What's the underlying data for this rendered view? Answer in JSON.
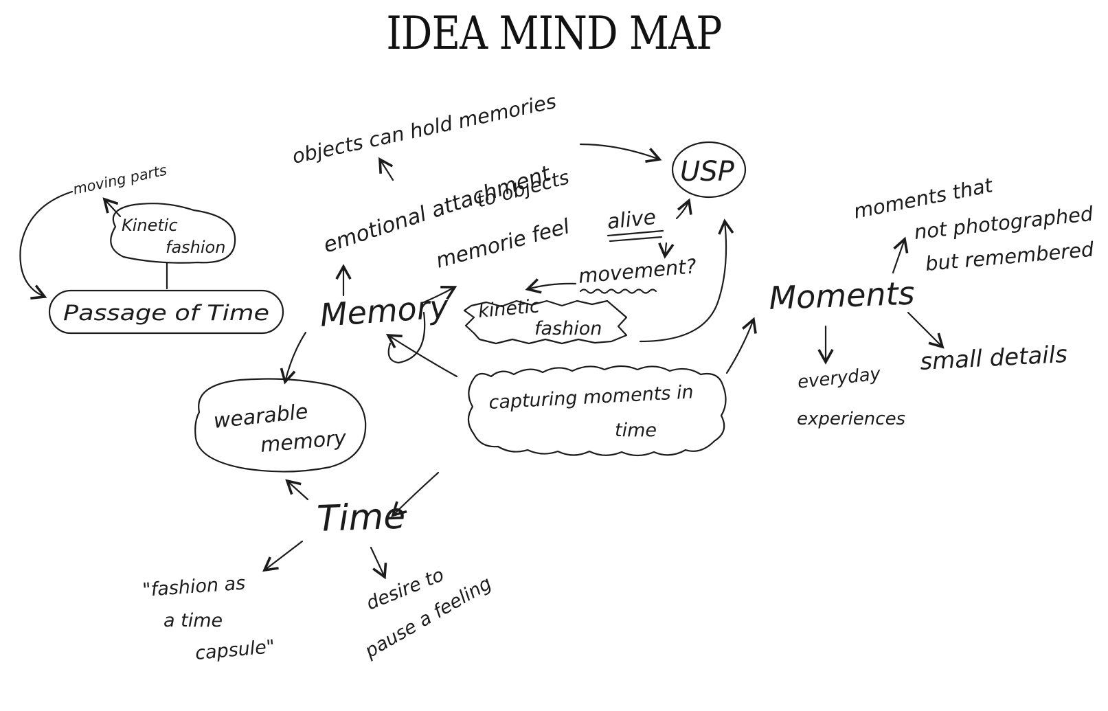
{
  "title": "IDEA MIND MAP",
  "nodes": {
    "objects_hold_memories": "objects can hold memories",
    "emotional_attachment_1": "emotional attachment",
    "emotional_attachment_2": "to objects",
    "usp": "USP",
    "memories_alive_1": "memorie feel",
    "memories_alive_2": "alive",
    "movement": "movement?",
    "kinetic_fashion_center_1": "kinetic",
    "kinetic_fashion_center_2": "fashion",
    "memory": "Memory",
    "moving_parts": "moving parts",
    "kinetic_fashion_left_1": "Kinetic",
    "kinetic_fashion_left_2": "fashion",
    "passage_of_time": "Passage of Time",
    "wearable_memory_1": "wearable",
    "wearable_memory_2": "memory",
    "capturing_moments_1": "capturing moments in",
    "capturing_moments_2": "time",
    "moments": "Moments",
    "not_photographed_1": "moments that",
    "not_photographed_2": "not photographed",
    "not_photographed_3": "but remembered",
    "small_details": "small details",
    "everyday_1": "everyday",
    "everyday_2": "experiences",
    "time": "Time",
    "time_capsule_1": "\"fashion as",
    "time_capsule_2": "a time",
    "time_capsule_3": "capsule\"",
    "pause_feeling_1": "desire to",
    "pause_feeling_2": "pause a feeling"
  },
  "colors": {
    "ink": "#1b1b1b",
    "paper": "#ffffff"
  }
}
